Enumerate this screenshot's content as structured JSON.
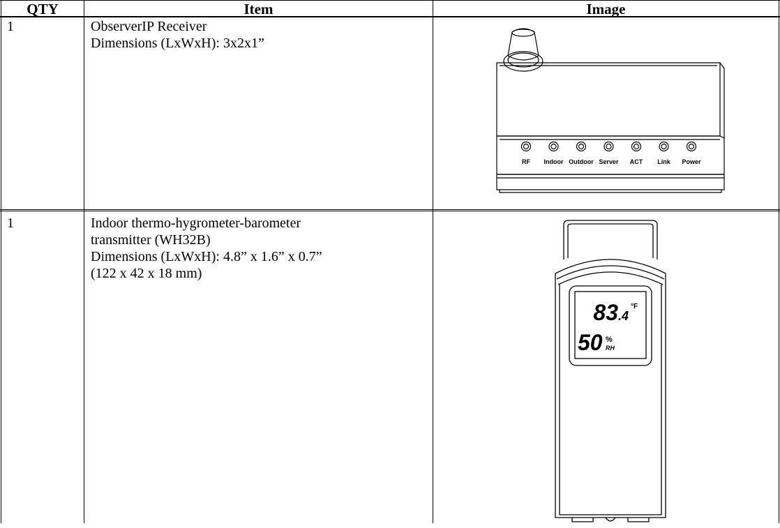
{
  "table": {
    "headers": {
      "qty": "QTY",
      "item": "Item",
      "image": "Image"
    },
    "rows": [
      {
        "qty": "1",
        "item_lines": [
          "ObserverIP Receiver",
          "Dimensions (LxWxH): 3x2x1”"
        ],
        "image": {
          "icon": "observerip-receiver-drawing",
          "led_labels": [
            "RF",
            "Indoor",
            "Outdoor",
            "Server",
            "ACT",
            "Link",
            "Power"
          ]
        }
      },
      {
        "qty": "1",
        "item_lines": [
          "Indoor thermo-hygrometer-barometer",
          "transmitter (WH32B)",
          "Dimensions (LxWxH): 4.8” x 1.6” x 0.7”",
          "(122 x 42 x 18 mm)"
        ],
        "image": {
          "icon": "wh32b-transmitter-drawing",
          "temperature": "83",
          "temperature_decimal": ".4",
          "temperature_unit": "°F",
          "humidity": "50",
          "humidity_unit": "%",
          "humidity_label": "RH"
        }
      }
    ]
  }
}
